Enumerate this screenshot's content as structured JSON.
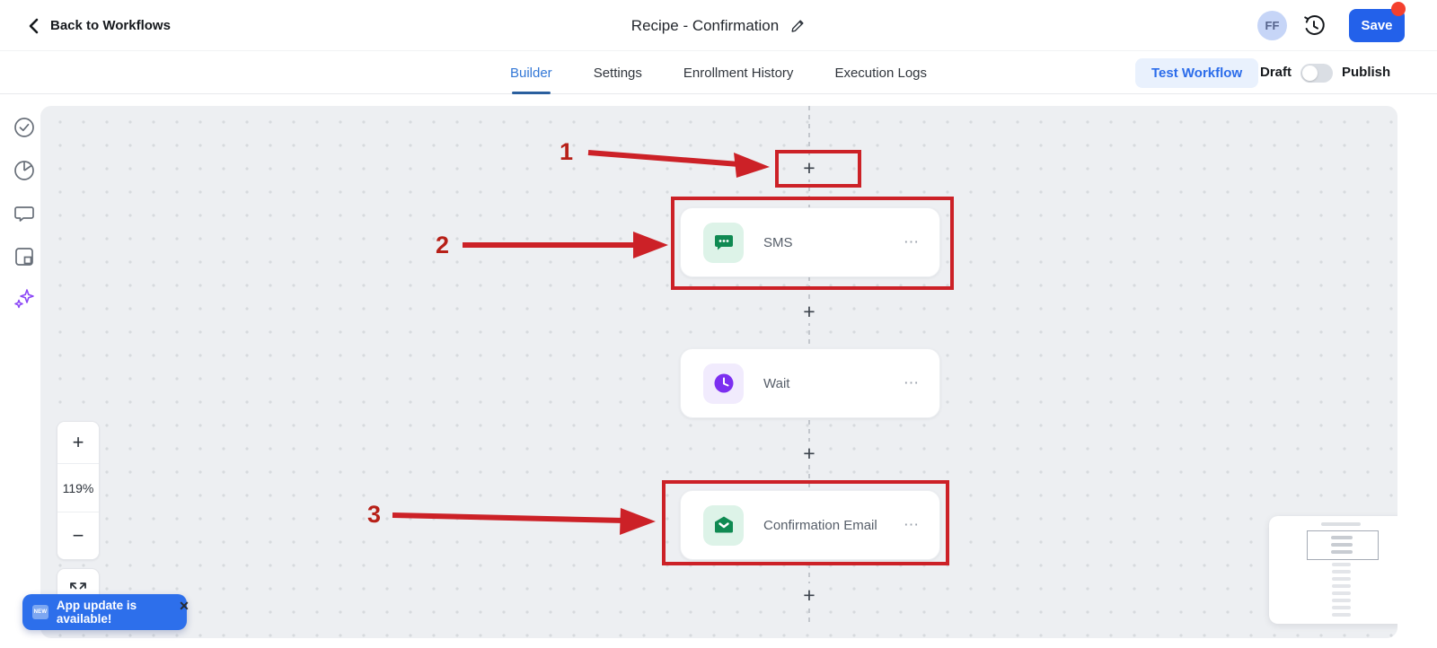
{
  "header": {
    "back_label": "Back to Workflows",
    "title": "Recipe - Confirmation",
    "avatar_initials": "FF",
    "save_label": "Save"
  },
  "tabs": [
    {
      "label": "Builder",
      "active": true
    },
    {
      "label": "Settings",
      "active": false
    },
    {
      "label": "Enrollment History",
      "active": false
    },
    {
      "label": "Execution Logs",
      "active": false
    }
  ],
  "toolbar": {
    "test_workflow_label": "Test Workflow",
    "draft_label": "Draft",
    "publish_label": "Publish",
    "toggle_state": "off"
  },
  "sidebar_icons": [
    "check-circle",
    "pie-chart",
    "comment",
    "note",
    "ai-sparkles"
  ],
  "canvas": {
    "zoom_level": "119%",
    "zoom_in": "+",
    "zoom_out": "−",
    "add_step": "+",
    "node_menu": "⋯",
    "annotations": [
      "1",
      "2",
      "3"
    ],
    "nodes": [
      {
        "label": "SMS",
        "icon": "sms",
        "highlighted": true
      },
      {
        "label": "Wait",
        "icon": "clock",
        "highlighted": false
      },
      {
        "label": "Confirmation Email",
        "icon": "email-open",
        "highlighted": true
      }
    ]
  },
  "notification": {
    "badge": "NEW",
    "message": "App update is available!",
    "close": "✕"
  },
  "colors": {
    "accent_blue": "#2361ea",
    "annotation_red": "#cc2127",
    "node_green": "#0f8a52",
    "node_purple": "#7c2ff0",
    "ai_purple": "#8b46f6"
  }
}
